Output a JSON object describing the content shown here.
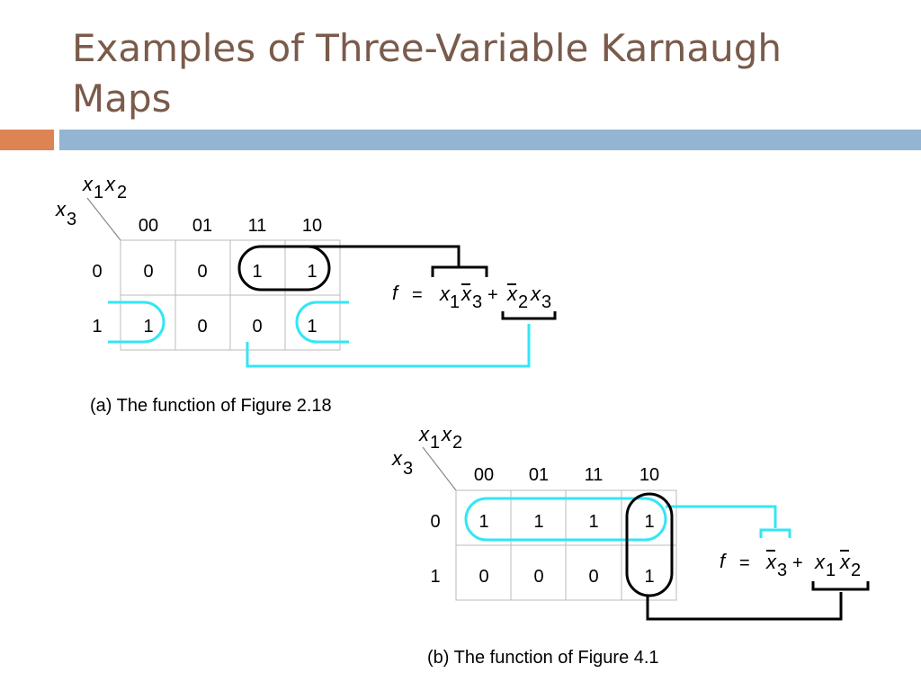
{
  "slide": {
    "title": "Examples of Three-Variable Karnaugh Maps"
  },
  "colors": {
    "title": "#7a5b4b",
    "accent_orange": "#dd8452",
    "accent_blue": "#93b5d2",
    "group_cyan": "#33e6f5",
    "group_black": "#000000"
  },
  "map_a": {
    "row_var": "x3",
    "col_vars": "x1x2",
    "col_headers": [
      "00",
      "01",
      "11",
      "10"
    ],
    "row_headers": [
      "0",
      "1"
    ],
    "cells": [
      [
        "0",
        "0",
        "1",
        "1"
      ],
      [
        "1",
        "0",
        "0",
        "1"
      ]
    ],
    "caption": "(a) The function of Figure 2.18",
    "expression": {
      "lhs": "f",
      "eq": "=",
      "term1": [
        {
          "var": "x",
          "sub": "1",
          "bar": false
        },
        {
          "var": "x",
          "sub": "3",
          "bar": true
        }
      ],
      "plus": "+",
      "term2": [
        {
          "var": "x",
          "sub": "2",
          "bar": true
        },
        {
          "var": "x",
          "sub": "3",
          "bar": false
        }
      ]
    }
  },
  "map_b": {
    "row_var": "x3",
    "col_vars": "x1x2",
    "col_headers": [
      "00",
      "01",
      "11",
      "10"
    ],
    "row_headers": [
      "0",
      "1"
    ],
    "cells": [
      [
        "1",
        "1",
        "1",
        "1"
      ],
      [
        "0",
        "0",
        "0",
        "1"
      ]
    ],
    "caption": "(b) The function of Figure 4.1",
    "expression": {
      "lhs": "f",
      "eq": "=",
      "term1": [
        {
          "var": "x",
          "sub": "3",
          "bar": true
        }
      ],
      "plus": "+",
      "term2": [
        {
          "var": "x",
          "sub": "1",
          "bar": false
        },
        {
          "var": "x",
          "sub": "2",
          "bar": true
        }
      ]
    }
  }
}
